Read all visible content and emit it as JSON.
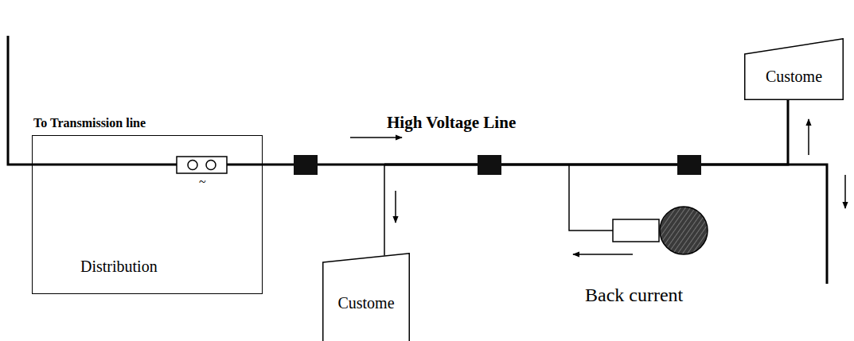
{
  "diagram": {
    "nodes": [
      {
        "text": [
          "Distribution"
        ]
      },
      {
        "text": [
          "Custome"
        ]
      },
      {
        "text": [
          "Custome"
        ]
      }
    ],
    "edges": [
      {
        "from": 0,
        "to": 1,
        "arrow": "none"
      },
      {
        "from": 0,
        "to": 2,
        "arrow": "none"
      }
    ],
    "labels": [
      "To Transmission line",
      "High Voltage Line",
      "~",
      "Back current"
    ]
  }
}
